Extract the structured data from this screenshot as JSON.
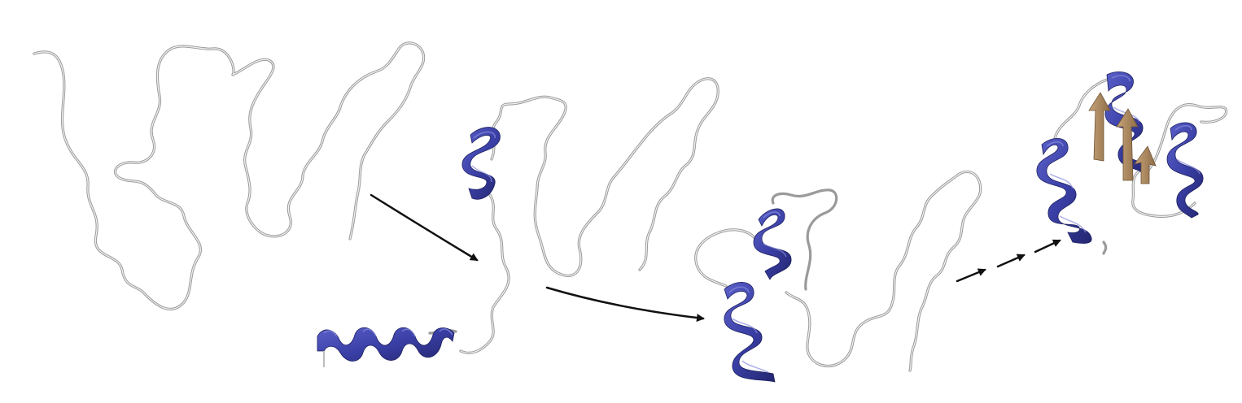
{
  "figure": {
    "description_labels": [],
    "colors": {
      "background": "#ffffff",
      "coil": "#9a9a9a",
      "helix": "#3a3fa6",
      "helix_dark": "#23266e",
      "strand": "#b8946a",
      "strand_dark": "#8d6c46",
      "arrow": "#111111"
    },
    "stages": [
      {
        "name": "unfolded-chain",
        "helices": 0,
        "strands": 0
      },
      {
        "name": "first-helices-formed",
        "helices": 2,
        "strands": 0
      },
      {
        "name": "helix-pair-docked",
        "helices": 2,
        "strands": 0
      },
      {
        "name": "native-fold",
        "helices": 3,
        "strands": 3
      }
    ],
    "transitions": [
      {
        "from": "unfolded-chain",
        "to": "first-helices-formed",
        "style": "solid"
      },
      {
        "from": "first-helices-formed",
        "to": "helix-pair-docked",
        "style": "solid"
      },
      {
        "from": "helix-pair-docked",
        "to": "native-fold",
        "style": "dashed"
      }
    ]
  }
}
